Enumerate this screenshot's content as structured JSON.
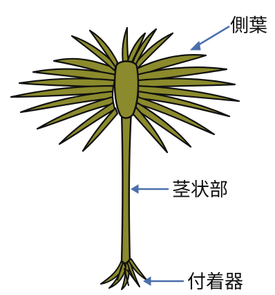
{
  "labels": {
    "lateral_leaves": "側葉",
    "stipe": "茎状部",
    "holdfast": "付着器"
  },
  "colors": {
    "plant_fill": "#8b8a2c",
    "plant_outline": "#111111",
    "arrow": "#4a6fad"
  }
}
